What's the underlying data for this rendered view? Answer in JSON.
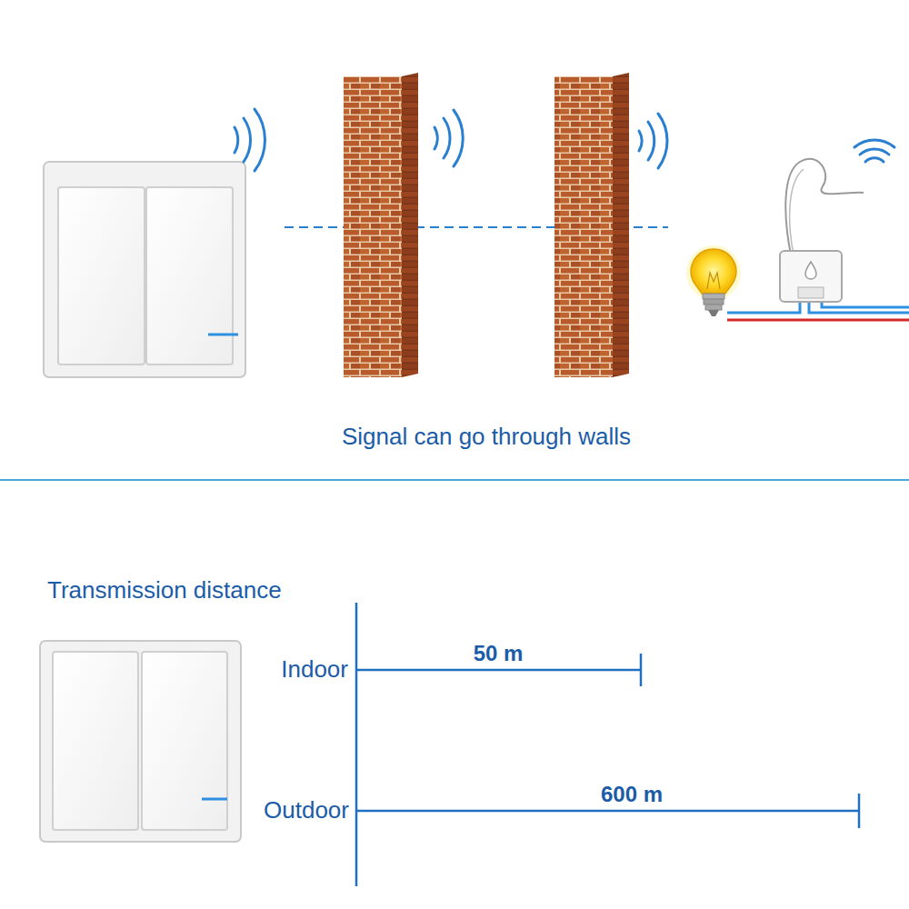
{
  "diagram": {
    "labels": [
      "Signal can go through walls",
      "Transmission distance",
      "Indoor",
      "50 m",
      "Outdoor",
      "600 m"
    ]
  }
}
